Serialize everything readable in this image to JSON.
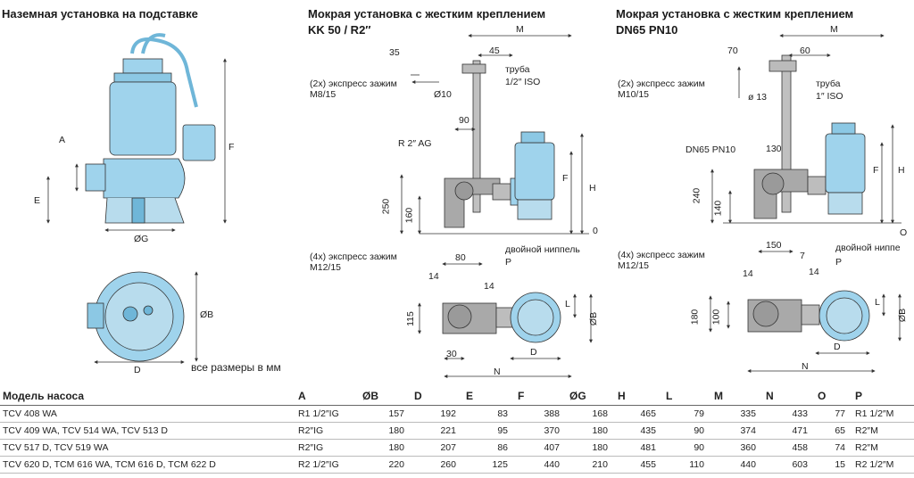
{
  "headings": {
    "surface": "Наземная установка на подставке",
    "wet_kk": "Мокрая установка с жестким креплением",
    "wet_kk_sub": "KK 50 / R2″",
    "wet_dn": "Мокрая установка с жестким креплением",
    "wet_dn_sub": "DN65 PN10"
  },
  "note": "все размеры в мм",
  "labels_surface": {
    "A": "A",
    "E": "E",
    "F": "F",
    "G": "ØG",
    "B": "ØB",
    "D": "D"
  },
  "labels_kk": {
    "M": "M",
    "d35": "35",
    "d45": "45",
    "clamp_top": "(2x) экспресс зажим",
    "clamp_top_size": "M8/15",
    "pipe": "труба",
    "pipe_size": "1/2″ ISO",
    "d10": "Ø10",
    "d90": "90",
    "r2ag": "R 2″ AG",
    "d250": "250",
    "d160": "160",
    "H": "H",
    "F": "F",
    "O": "0",
    "nipple": "двойной ниппель",
    "P": "P",
    "clamp_bot": "(4x) экспресс зажим",
    "clamp_bot_size": "M12/15",
    "d80": "80",
    "d14a": "14",
    "d14b": "14",
    "d115": "115",
    "d30": "30",
    "D": "D",
    "N": "N",
    "L": "L",
    "B": "ØB"
  },
  "labels_dn": {
    "M": "M",
    "d70": "70",
    "d60": "60",
    "clamp_top": "(2x) экспресс зажим",
    "clamp_top_size": "M10/15",
    "d13": "ø 13",
    "pipe": "труба",
    "pipe_size": "1″ ISO",
    "dn": "DN65 PN10",
    "d130": "130",
    "d240": "240",
    "d140": "140",
    "F": "F",
    "H": "H",
    "O": "O",
    "nipple": "двойной ниппе",
    "P": "P",
    "clamp_bot": "(4x) экспресс зажим",
    "clamp_bot_size": "M12/15",
    "d150": "150",
    "d7": "7",
    "d14a": "14",
    "d14b": "14",
    "d180": "180",
    "d100": "100",
    "D": "D",
    "N": "N",
    "L": "L",
    "B": "ØB"
  },
  "colors": {
    "pump": "#9fd3ec",
    "pump_dark": "#6fb6d8",
    "steel": "#a9a9a9",
    "line": "#333333"
  },
  "table": {
    "headers": [
      "Модель насоса",
      "A",
      "ØB",
      "D",
      "E",
      "F",
      "ØG",
      "H",
      "L",
      "M",
      "N",
      "O",
      "P"
    ],
    "rows": [
      [
        "TCV 408 WA",
        "R1 1/2″IG",
        "157",
        "192",
        "83",
        "388",
        "168",
        "465",
        "79",
        "335",
        "433",
        "77",
        "R1 1/2″M"
      ],
      [
        "TCV 409 WA, TCV 514 WA, TCV 513 D",
        "R2″IG",
        "180",
        "221",
        "95",
        "370",
        "180",
        "435",
        "90",
        "374",
        "471",
        "65",
        "R2″M"
      ],
      [
        "TCV 517 D, TCV 519 WA",
        "R2″IG",
        "180",
        "207",
        "86",
        "407",
        "180",
        "481",
        "90",
        "360",
        "458",
        "74",
        "R2″M"
      ],
      [
        "TCV 620 D, TCM 616 WA, TCM 616 D, TCM 622 D",
        "R2 1/2″IG",
        "220",
        "260",
        "125",
        "440",
        "210",
        "455",
        "110",
        "440",
        "603",
        "15",
        "R2 1/2″M"
      ]
    ]
  }
}
